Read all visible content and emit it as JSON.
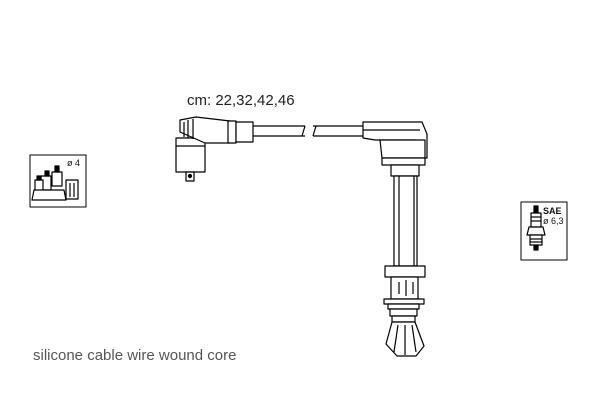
{
  "diagram": {
    "cable_lengths": "cm: 22,32,42,46",
    "caption": "silicone cable wire wound core",
    "distributor_icon": {
      "icon": "distributor-cap-icon",
      "diameter_label": "ø 4"
    },
    "spark_plug_icon": {
      "icon": "spark-plug-icon",
      "standard_label": "SAE",
      "diameter_label": "ø 6,3"
    },
    "colors": {
      "line": "#000000",
      "text": "#222222",
      "caption": "#555555"
    }
  }
}
